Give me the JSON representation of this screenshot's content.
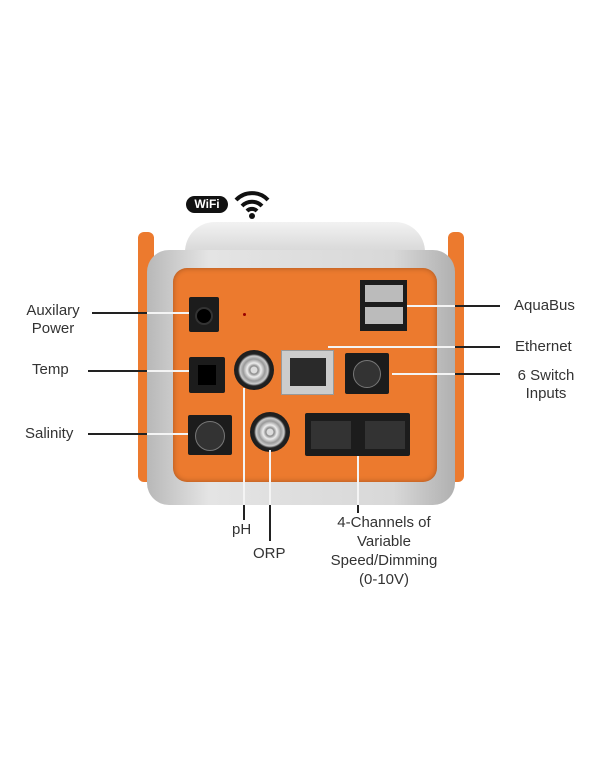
{
  "wifi": {
    "badge": "WiFi"
  },
  "labels": {
    "aux_power": [
      "Auxilary",
      "Power"
    ],
    "temp": "Temp",
    "salinity": "Salinity",
    "aquabus": "AquaBus",
    "ethernet": "Ethernet",
    "switch_inputs": [
      "6 Switch",
      "Inputs"
    ],
    "ph": "pH",
    "orp": "ORP",
    "variable_speed": [
      "4-Channels of",
      "Variable",
      "Speed/Dimming",
      "(0-10V)"
    ]
  },
  "colors": {
    "orange": "#ec7a2e",
    "silver": "#c9c9c9",
    "text": "#333333"
  }
}
